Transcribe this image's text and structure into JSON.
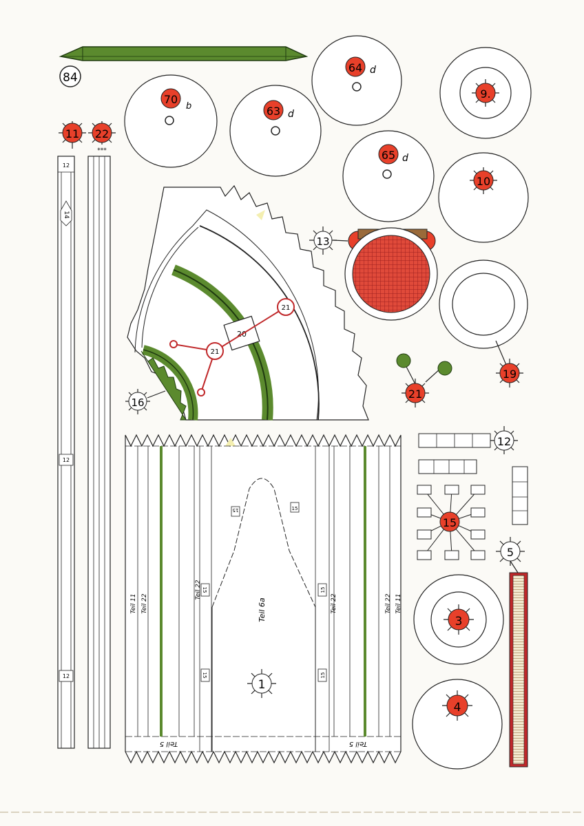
{
  "colors": {
    "paper": "#fbfaf6",
    "red": "#e8402a",
    "green": "#5b8a2e",
    "dark_green": "#1f3a10",
    "ink": "#222222",
    "grid_red": "#c0282a"
  },
  "badges": {
    "b84": "84",
    "b70": "70",
    "b63": "63",
    "b64": "64",
    "b65": "65",
    "b9": "9.",
    "b10": "10",
    "b11": "11",
    "b22": "22",
    "b13": "13",
    "b19": "19",
    "b16": "16",
    "b21a": "21",
    "b21b": "21",
    "b21c": "21",
    "b12": "12",
    "b15": "15",
    "b5": "5",
    "b3": "3",
    "b4": "4",
    "b1": "1",
    "b20": "20",
    "b14": "14"
  },
  "suffixes": {
    "s70": "b",
    "s63": "d",
    "s64": "d",
    "s65": "d",
    "s22": "***"
  },
  "strip_labels": {
    "twelve": "12",
    "fifteen": "15"
  },
  "part_text": {
    "teil_6a": "Teil 6a",
    "teil_11": "Teil 11",
    "teil_22": "Teil 22",
    "teil_5": "Teil 5"
  }
}
